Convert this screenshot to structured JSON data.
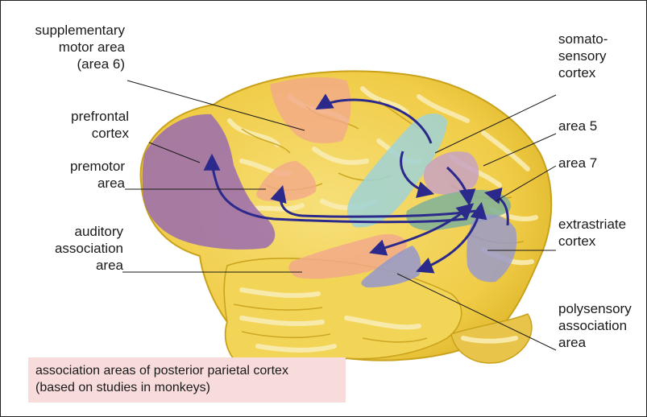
{
  "labels": {
    "supplementary_motor": [
      "supplementary",
      "motor area",
      "(area 6)"
    ],
    "prefrontal": [
      "prefrontal",
      "cortex"
    ],
    "premotor": [
      "premotor",
      "area"
    ],
    "auditory": [
      "auditory",
      "association",
      "area"
    ],
    "somatosensory": [
      "somato-",
      "sensory",
      "cortex"
    ],
    "area5": [
      "area 5"
    ],
    "area7": [
      "area 7"
    ],
    "extrastriate": [
      "extrastriate",
      "cortex"
    ],
    "polysensory": [
      "polysensory",
      "association",
      "area"
    ]
  },
  "caption": [
    "association areas of posterior parietal cortex",
    "(based on studies in monkeys)"
  ],
  "colors": {
    "brain": "#f2d25a",
    "gyri": "#f8e9a4",
    "sulci": "#d2a817",
    "arrow": "#2b2a8c",
    "prefrontal": "#9a6bb0",
    "motor_orange": "#f2a98a",
    "somatosensory": "#9fd2d6",
    "area5": "#c8a2c2",
    "area7": "#7fb19a",
    "extrastriate": "#9a9ac8",
    "polysensory": "#9a9ac8",
    "caption_bg": "#f8dcdc"
  }
}
